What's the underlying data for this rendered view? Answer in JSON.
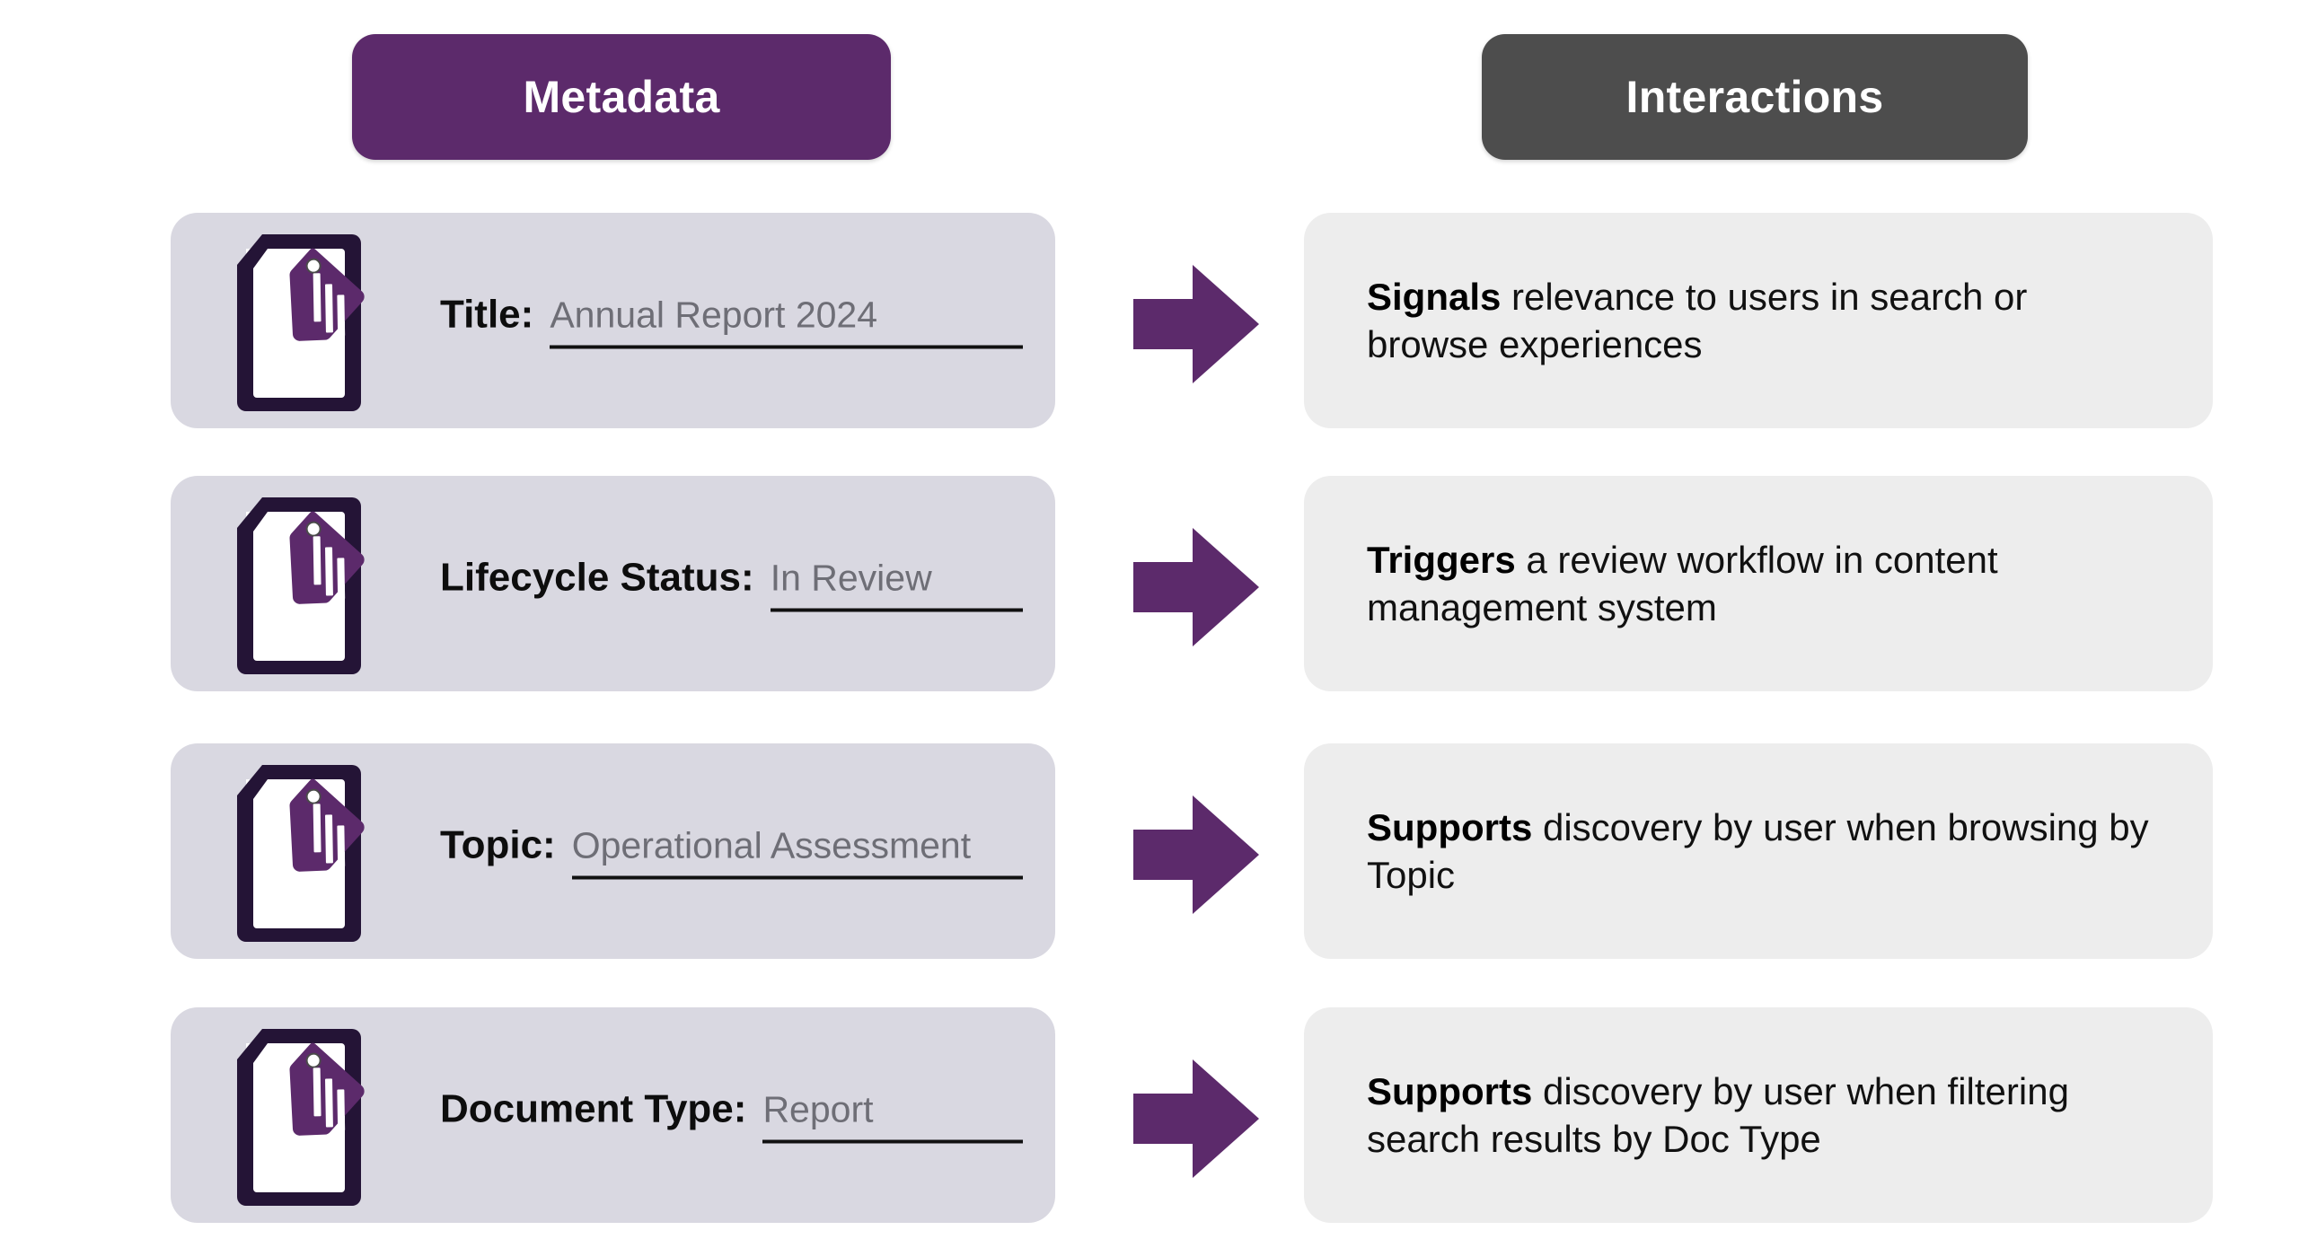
{
  "columns": {
    "metadata_header": "Metadata",
    "interactions_header": "Interactions"
  },
  "colors": {
    "purple": "#5C2A6B",
    "dark_gray": "#4D4D4D",
    "metadata_card_bg": "#D9D8E1",
    "interaction_card_bg": "#EDEDED",
    "icon_outline": "#241436",
    "value_text": "#6E6E76",
    "page_bg": "#FFFFFF"
  },
  "rows": [
    {
      "icon": "document-tag-icon",
      "label": "Title:",
      "value": "Annual Report 2024",
      "arrow": "right-arrow-icon",
      "interaction_lead": "Signals",
      "interaction_rest": " relevance to users in search or browse experiences"
    },
    {
      "icon": "document-tag-icon",
      "label": "Lifecycle Status:",
      "value": "In Review",
      "arrow": "right-arrow-icon",
      "interaction_lead": "Triggers",
      "interaction_rest": " a review workflow in content management system"
    },
    {
      "icon": "document-tag-icon",
      "label": "Topic:",
      "value": "Operational Assessment",
      "arrow": "right-arrow-icon",
      "interaction_lead": "Supports",
      "interaction_rest": " discovery by user when browsing by Topic"
    },
    {
      "icon": "document-tag-icon",
      "label": "Document Type:",
      "value": "Report",
      "arrow": "right-arrow-icon",
      "interaction_lead": "Supports",
      "interaction_rest": " discovery by user when filtering search results by Doc Type"
    }
  ]
}
